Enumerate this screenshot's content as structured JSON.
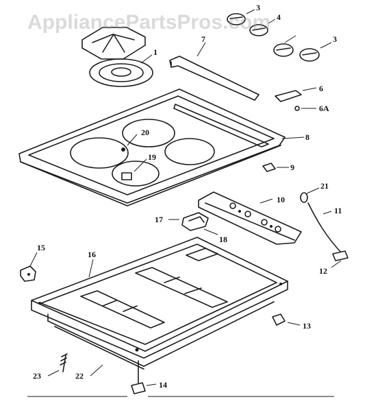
{
  "watermark": "AppliancePartsPros.com",
  "callouts": {
    "c1": "1",
    "c3a": "3",
    "c4": "4",
    "c3b": "3",
    "c7": "7",
    "c6": "6",
    "c6a": "6A",
    "c8": "8",
    "c20": "20",
    "c19": "19",
    "c9": "9",
    "c21": "21",
    "c10": "10",
    "c11": "11",
    "c17": "17",
    "c18": "18",
    "c15": "15",
    "c16": "16",
    "c12": "12",
    "c13": "13",
    "c23": "23",
    "c22": "22",
    "c14": "14"
  }
}
